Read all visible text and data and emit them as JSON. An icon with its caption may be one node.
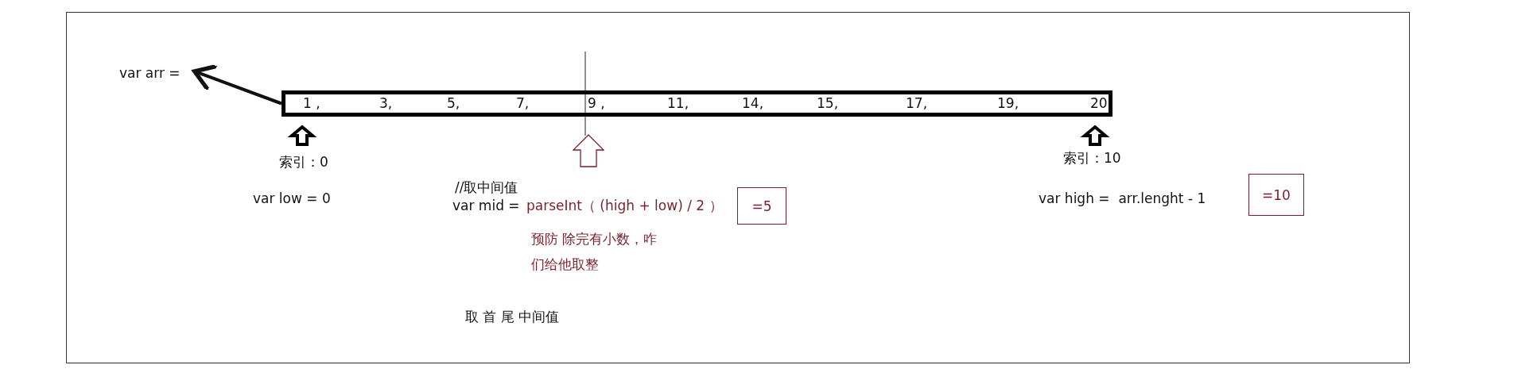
{
  "diagram": {
    "nodes": [
      {
        "text": [
          "var arr ="
        ]
      },
      {
        "text": [
          "1 ,",
          "3,",
          "5,",
          "7,",
          "9 ,",
          "11,",
          "14,",
          "15,",
          "17,",
          "19,",
          "20"
        ]
      },
      {
        "text": [
          "=5"
        ]
      },
      {
        "text": [
          "=10"
        ]
      }
    ],
    "edges": [
      {
        "from": 1,
        "to": 0,
        "arrow": "to"
      }
    ],
    "labels": [
      "索引：0",
      "索引：10",
      "//取中间值",
      "var low = 0",
      "var mid =",
      "parseInt（ (high + low) / 2 ）",
      "var high =  arr.lenght - 1",
      "预防 除完有小数，咋们给他取整",
      "取 首 尾 中间值"
    ]
  }
}
